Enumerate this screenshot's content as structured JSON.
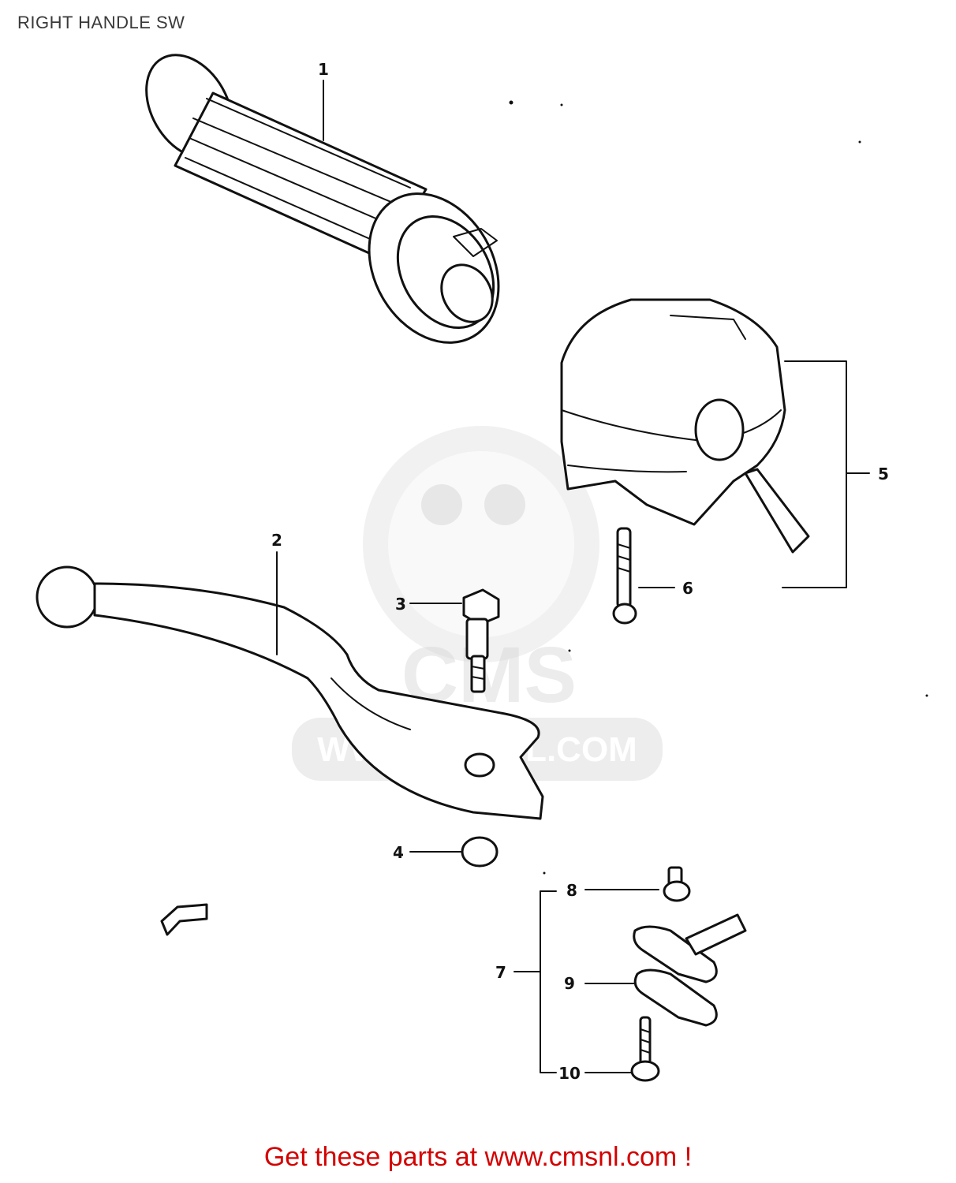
{
  "header": {
    "title": "RIGHT HANDLE SW"
  },
  "watermark": {
    "brand": "CMS",
    "url": "WWW.CMSNL.COM"
  },
  "callouts": {
    "c1": "1",
    "c2": "2",
    "c3": "3",
    "c4": "4",
    "c5": "5",
    "c6": "6",
    "c7": "7",
    "c8": "8",
    "c9": "9",
    "c10": "10"
  },
  "footer": {
    "cta": "Get these parts at www.cmsnl.com !"
  },
  "colors": {
    "footer_text": "#d40000",
    "line": "#111111",
    "watermark": "#d6d6d6"
  }
}
